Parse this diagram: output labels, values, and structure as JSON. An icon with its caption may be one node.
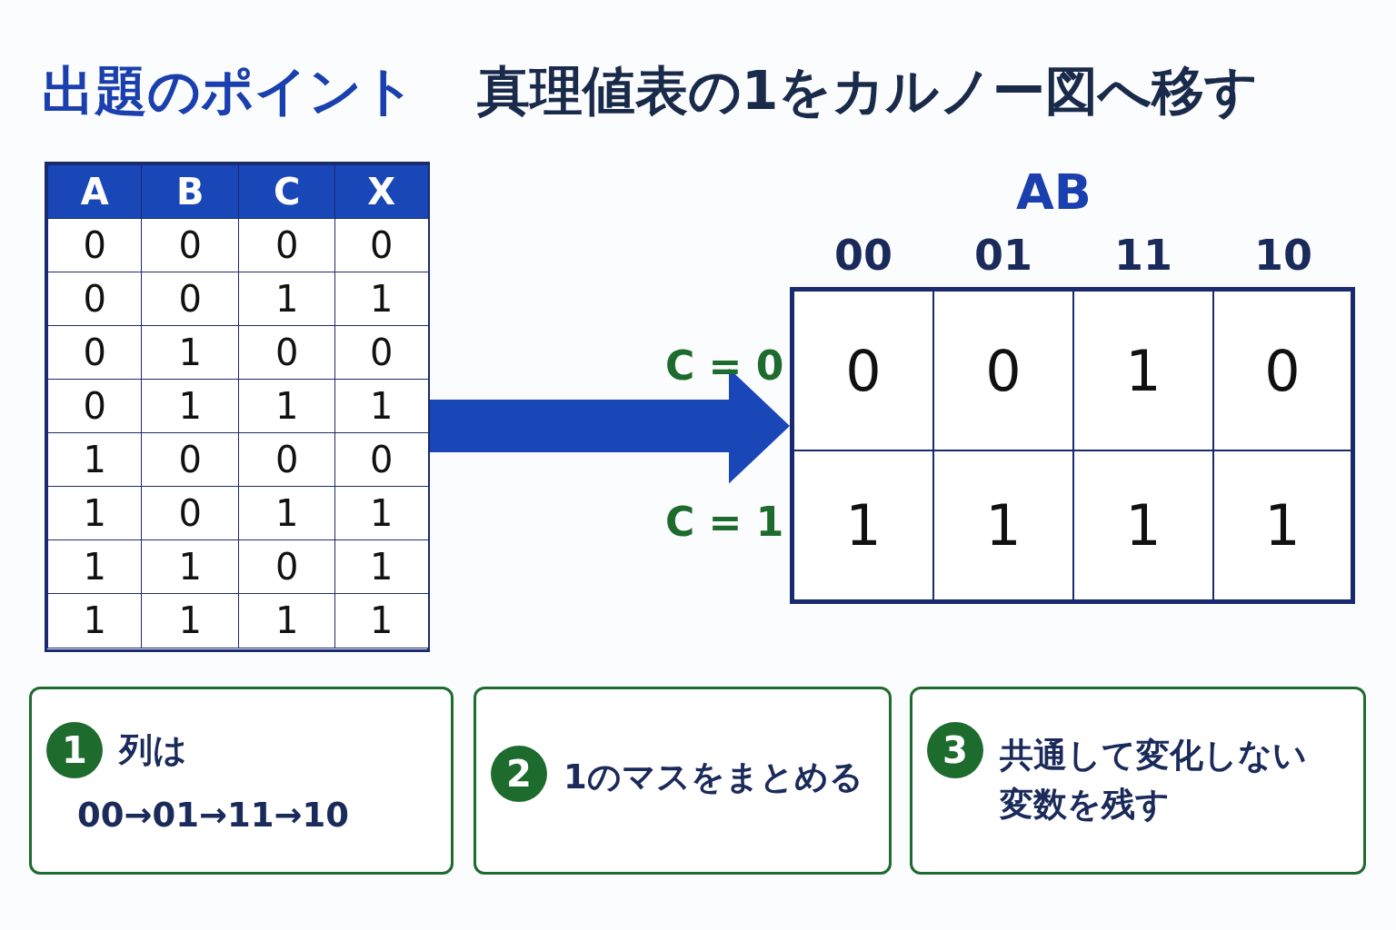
{
  "diagram": {
    "title": "出題のポイント",
    "nodes": [
      {
        "text": [],
        "shape": "box"
      },
      {
        "text": [],
        "shape": "box"
      },
      {
        "text": [
          "1",
          "列は",
          "00→01→11→10"
        ]
      },
      {
        "text": [
          "2",
          "1のマスをまとめる"
        ]
      },
      {
        "text": [
          "3",
          "共通して変化しない変数を残す"
        ]
      }
    ],
    "edges": [
      {
        "from": 0,
        "to": 1,
        "arrow": "to"
      }
    ],
    "labels": [
      "真理値表の1をカルノー図へ移す",
      "A",
      "B",
      "C",
      "X",
      "0",
      "0",
      "0",
      "0",
      "0",
      "0",
      "1",
      "1",
      "0",
      "1",
      "0",
      "0",
      "0",
      "1",
      "1",
      "1",
      "1",
      "0",
      "0",
      "0",
      "1",
      "0",
      "1",
      "1",
      "1",
      "1",
      "0",
      "1",
      "1",
      "1",
      "1",
      "1",
      "AB",
      "00",
      "01",
      "11",
      "10",
      "C = 0",
      "0",
      "0",
      "1",
      "0",
      "C = 1",
      "1",
      "1",
      "1",
      "1"
    ]
  }
}
